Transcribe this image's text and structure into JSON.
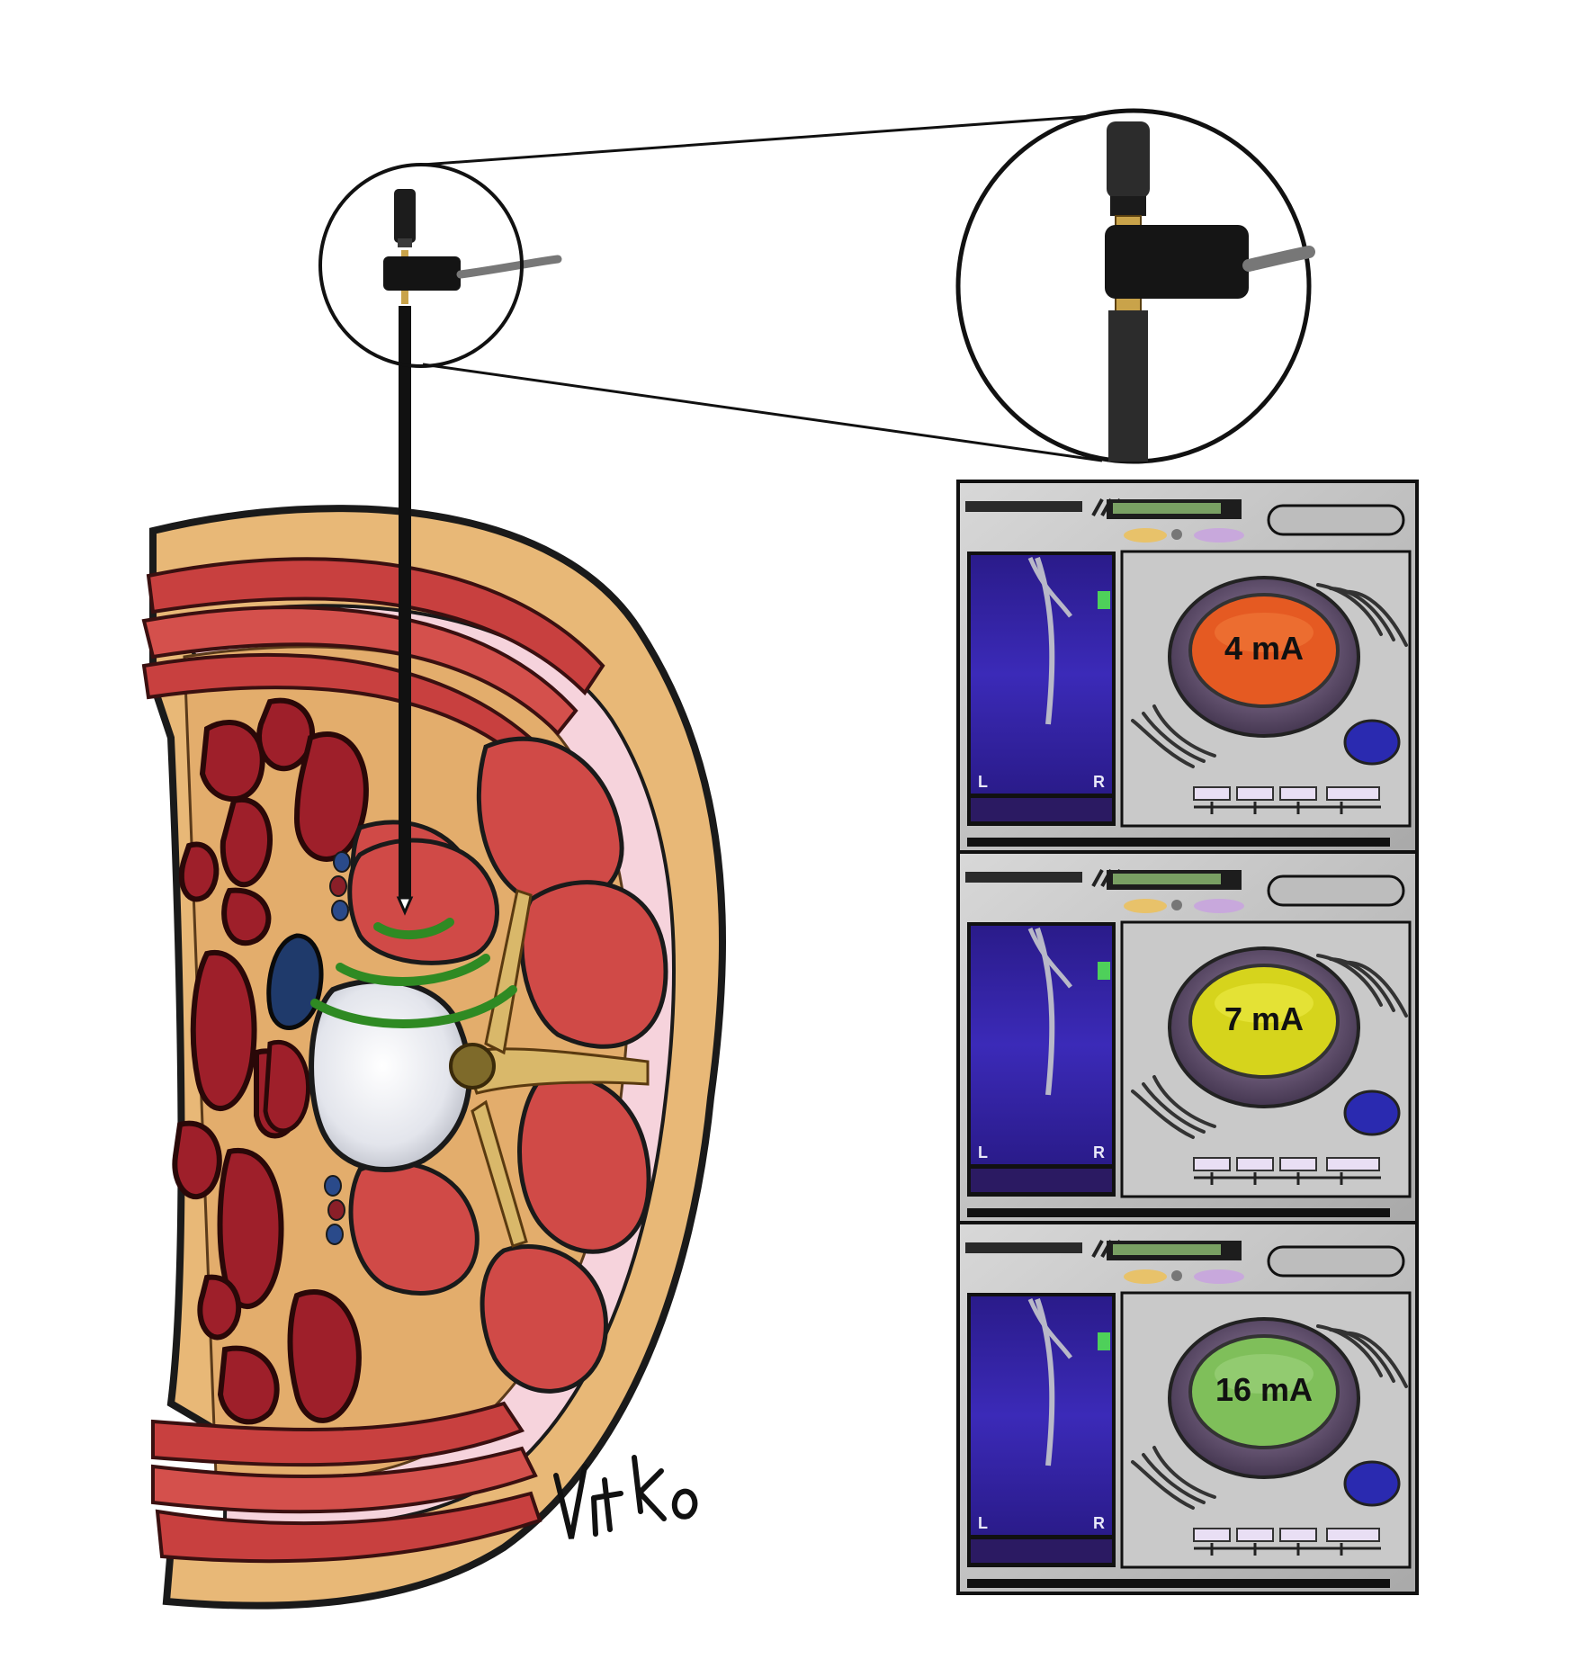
{
  "monitors": [
    {
      "reading": "4 mA",
      "color": "#e55a22",
      "color_light": "#f07a3a"
    },
    {
      "reading": "7 mA",
      "color": "#d6d41c",
      "color_light": "#eceb46"
    },
    {
      "reading": "16 mA",
      "color": "#7fbf5a",
      "color_light": "#9fd47e"
    }
  ],
  "screen_labels": {
    "left": "L",
    "right": "R"
  },
  "signature": "Vit Ko",
  "colors": {
    "muscle": "#cf4a48",
    "fat": "#e8b877",
    "fascia": "#f6d3dc",
    "bowel": "#9e1f2a",
    "field_lines": "#2f8a23",
    "disc": "#e6e8ee",
    "bone": "#d9b86a",
    "vein": "#1f3a6b"
  }
}
